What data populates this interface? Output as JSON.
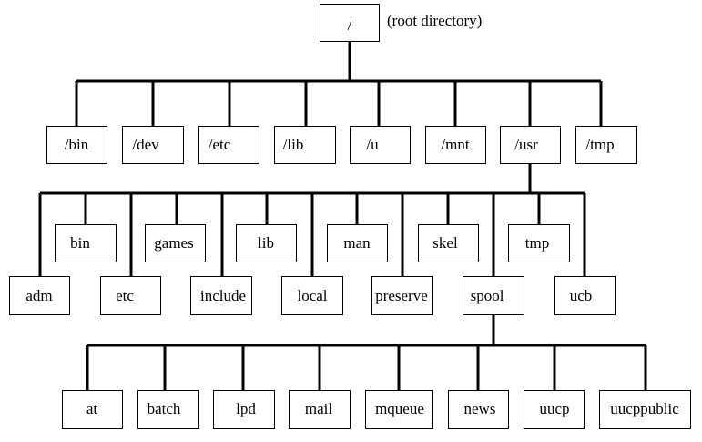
{
  "root": {
    "label": "/",
    "note": "(root directory)"
  },
  "level1": [
    "/bin",
    "/dev",
    "/etc",
    "/lib",
    "/u",
    "/mnt",
    "/usr",
    "/tmp"
  ],
  "usr_children": [
    "adm",
    "bin",
    "etc",
    "games",
    "include",
    "lib",
    "local",
    "man",
    "preserve",
    "skel",
    "spool",
    "tmp",
    "ucb"
  ],
  "spool_children": [
    "at",
    "batch",
    "lpd",
    "mail",
    "mqueue",
    "news",
    "uucp",
    "uucppublic"
  ],
  "colors": {
    "line": "#000000",
    "box_fill": "#ffffff",
    "text": "#000000"
  }
}
